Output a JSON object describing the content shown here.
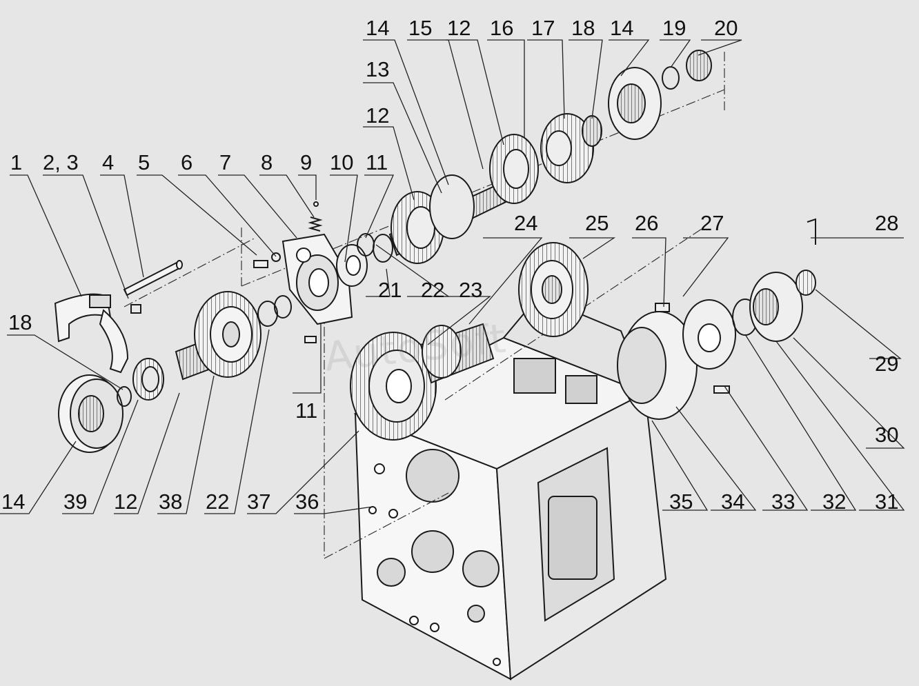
{
  "diagram": {
    "type": "exploded-assembly",
    "watermark": "AutoSoft",
    "colors": {
      "background": "#e6e6e6",
      "line": "#1a1a1a",
      "part_fill": "#f4f4f4",
      "shade": "#c8c8c8"
    },
    "callouts": [
      {
        "id": "c1",
        "label": "1"
      },
      {
        "id": "c23",
        "label": "2, 3"
      },
      {
        "id": "c4",
        "label": "4"
      },
      {
        "id": "c5",
        "label": "5"
      },
      {
        "id": "c6",
        "label": "6"
      },
      {
        "id": "c7",
        "label": "7"
      },
      {
        "id": "c8",
        "label": "8"
      },
      {
        "id": "c9",
        "label": "9"
      },
      {
        "id": "c10",
        "label": "10"
      },
      {
        "id": "c11a",
        "label": "11"
      },
      {
        "id": "c11b",
        "label": "11"
      },
      {
        "id": "c12a",
        "label": "12"
      },
      {
        "id": "c12b",
        "label": "12"
      },
      {
        "id": "c12c",
        "label": "12"
      },
      {
        "id": "c13",
        "label": "13"
      },
      {
        "id": "c14a",
        "label": "14"
      },
      {
        "id": "c14b",
        "label": "14"
      },
      {
        "id": "c14c",
        "label": "14"
      },
      {
        "id": "c15",
        "label": "15"
      },
      {
        "id": "c16",
        "label": "16"
      },
      {
        "id": "c17",
        "label": "17"
      },
      {
        "id": "c18a",
        "label": "18"
      },
      {
        "id": "c18b",
        "label": "18"
      },
      {
        "id": "c19",
        "label": "19"
      },
      {
        "id": "c20",
        "label": "20"
      },
      {
        "id": "c21",
        "label": "21"
      },
      {
        "id": "c22a",
        "label": "22"
      },
      {
        "id": "c22b",
        "label": "22"
      },
      {
        "id": "c23n",
        "label": "23"
      },
      {
        "id": "c24",
        "label": "24"
      },
      {
        "id": "c25",
        "label": "25"
      },
      {
        "id": "c26",
        "label": "26"
      },
      {
        "id": "c27",
        "label": "27"
      },
      {
        "id": "c28",
        "label": "28"
      },
      {
        "id": "c29",
        "label": "29"
      },
      {
        "id": "c30",
        "label": "30"
      },
      {
        "id": "c31",
        "label": "31"
      },
      {
        "id": "c32",
        "label": "32"
      },
      {
        "id": "c33",
        "label": "33"
      },
      {
        "id": "c34",
        "label": "34"
      },
      {
        "id": "c35",
        "label": "35"
      },
      {
        "id": "c36",
        "label": "36"
      },
      {
        "id": "c37",
        "label": "37"
      },
      {
        "id": "c38",
        "label": "38"
      },
      {
        "id": "c39",
        "label": "39"
      }
    ]
  }
}
